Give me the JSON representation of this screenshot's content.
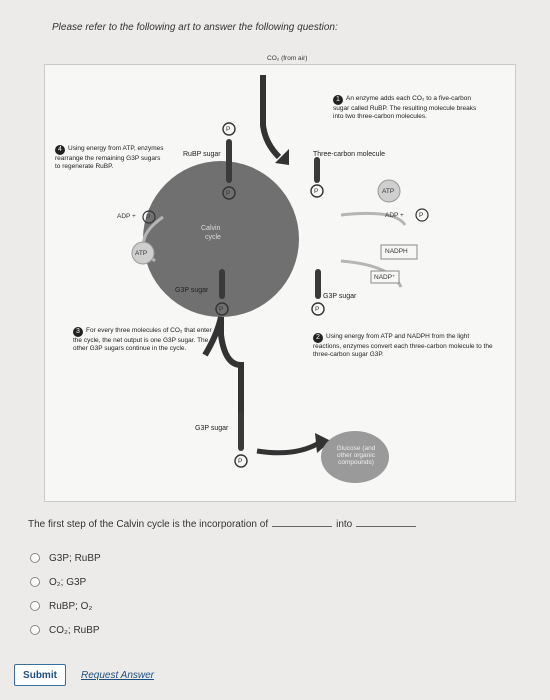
{
  "instruction": "Please refer to the following art to answer the following question:",
  "figure": {
    "co2_label": "CO₂ (from air)",
    "center_label_1": "Calvin",
    "center_label_2": "cycle",
    "rubp_label": "RuBP sugar",
    "three_carbon_label": "Three-carbon molecule",
    "g3p_left_label": "G3P sugar",
    "g3p_right_label": "G3P sugar",
    "g3p_bottom_label": "G3P sugar",
    "adp_left": "ADP +",
    "atp_left": "ATP",
    "atp_right": "ATP",
    "adp_right": "ADP +",
    "nadph": "NADPH",
    "nadp": "NADP⁺",
    "p": "P",
    "glucose": "Glucose (and other organic compounds)",
    "step1": {
      "num": "1",
      "text": "An enzyme adds each CO₂ to a five-carbon sugar called RuBP. The resulting molecule breaks into two three-carbon molecules."
    },
    "step2": {
      "num": "2",
      "text": "Using energy from ATP and NADPH from the light reactions, enzymes convert each three-carbon molecule to the three-carbon sugar G3P."
    },
    "step3": {
      "num": "3",
      "text": "For every three molecules of CO₂ that enter the cycle, the net output is one G3P sugar. The other G3P sugars continue in the cycle."
    },
    "step4": {
      "num": "4",
      "text": "Using energy from ATP, enzymes rearrange the remaining G3P sugars to regenerate RuBP."
    }
  },
  "question": {
    "text_before": "The first step of the Calvin cycle is the incorporation of",
    "text_mid": "into"
  },
  "options": [
    "G3P; RuBP",
    "O₂; G3P",
    "RuBP; O₂",
    "CO₂; RuBP"
  ],
  "submit_label": "Submit",
  "request_label": "Request Answer",
  "colors": {
    "cycle": "#6f6f6f",
    "arrow": "#333333",
    "chain": "#3a3a3a",
    "atp": "#c8c8c8",
    "link": "#1d4f7f"
  }
}
